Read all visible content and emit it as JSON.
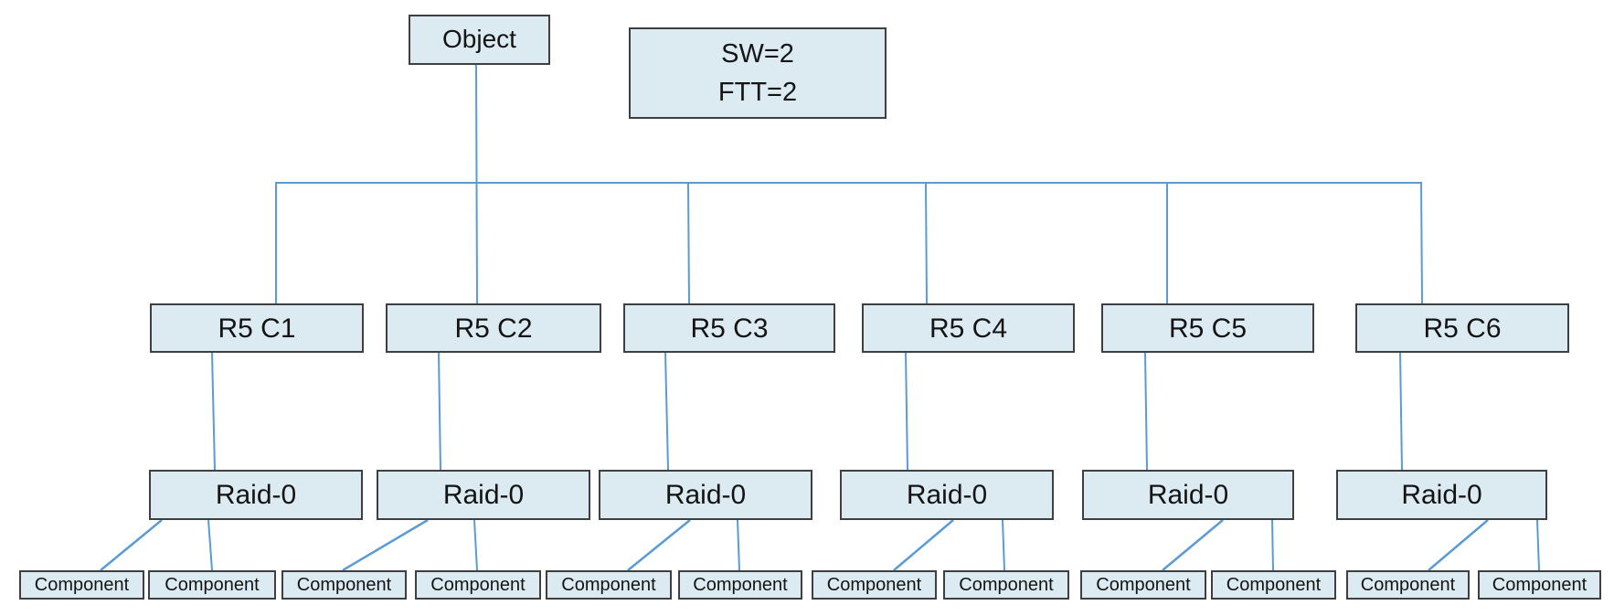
{
  "diagram": {
    "root": {
      "label": "Object"
    },
    "annotation": {
      "lines": [
        "SW=2",
        "FTT=2"
      ]
    },
    "colors": {
      "node_fill": "#dcebf2",
      "node_border": "#3f3f3f",
      "connector_blue": "#5b9bd5",
      "text": "#141414",
      "background": "#ffffff"
    },
    "columns": [
      {
        "stripe": {
          "label": "R5 C1"
        },
        "raid": {
          "label": "Raid-0"
        },
        "components": [
          {
            "label": "Component"
          },
          {
            "label": "Component"
          }
        ]
      },
      {
        "stripe": {
          "label": "R5 C2"
        },
        "raid": {
          "label": "Raid-0"
        },
        "components": [
          {
            "label": "Component"
          },
          {
            "label": "Component"
          }
        ]
      },
      {
        "stripe": {
          "label": "R5 C3"
        },
        "raid": {
          "label": "Raid-0"
        },
        "components": [
          {
            "label": "Component"
          },
          {
            "label": "Component"
          }
        ]
      },
      {
        "stripe": {
          "label": "R5 C4"
        },
        "raid": {
          "label": "Raid-0"
        },
        "components": [
          {
            "label": "Component"
          },
          {
            "label": "Component"
          }
        ]
      },
      {
        "stripe": {
          "label": "R5 C5"
        },
        "raid": {
          "label": "Raid-0"
        },
        "components": [
          {
            "label": "Component"
          },
          {
            "label": "Component"
          }
        ]
      },
      {
        "stripe": {
          "label": "R5 C6"
        },
        "raid": {
          "label": "Raid-0"
        },
        "components": [
          {
            "label": "Component"
          },
          {
            "label": "Component"
          }
        ]
      }
    ]
  }
}
